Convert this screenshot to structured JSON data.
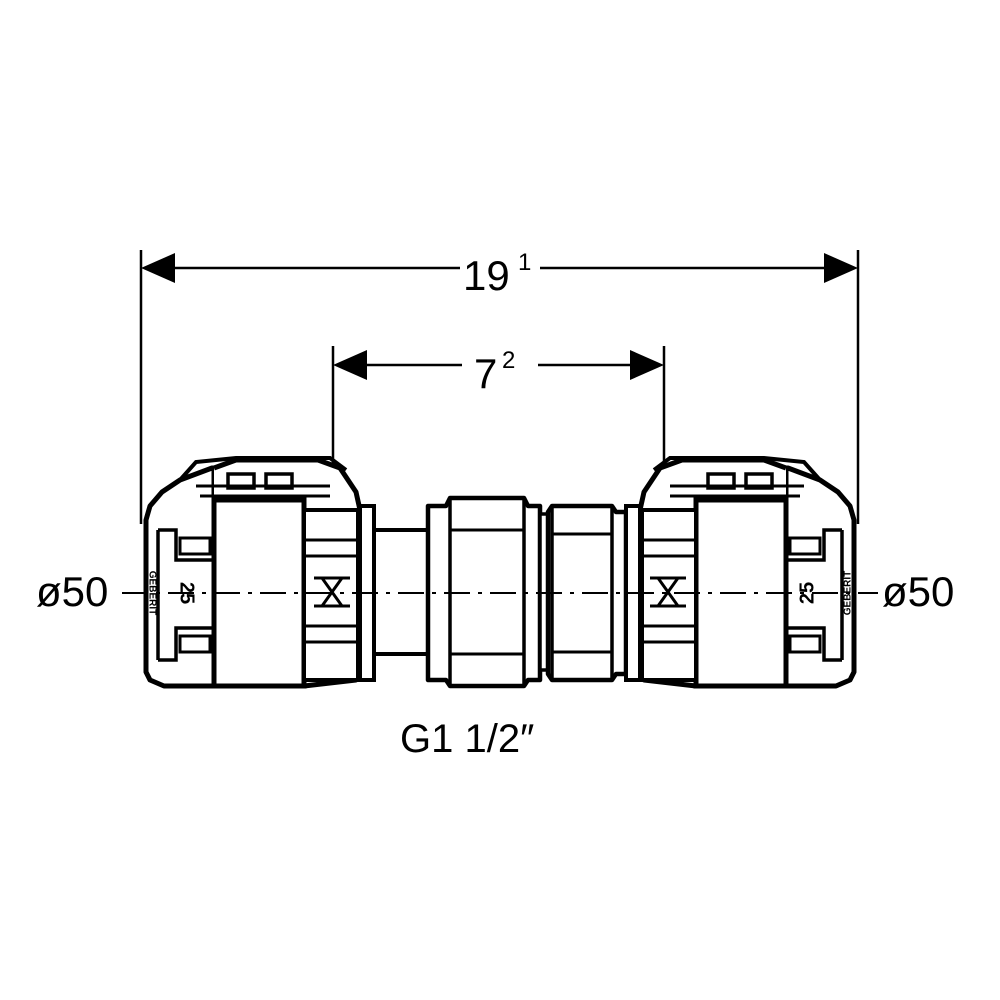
{
  "dimensions": {
    "overall": {
      "value": "19",
      "superscript": "1"
    },
    "inner": {
      "value": "7",
      "superscript": "2"
    }
  },
  "labels": {
    "diameter_left": "ø50",
    "diameter_right": "ø50",
    "thread": "G1 1/2″"
  },
  "fitting_marks": {
    "size": "25",
    "brand": "GEBERIT"
  },
  "colors": {
    "line": "#000000",
    "background": "#ffffff"
  }
}
